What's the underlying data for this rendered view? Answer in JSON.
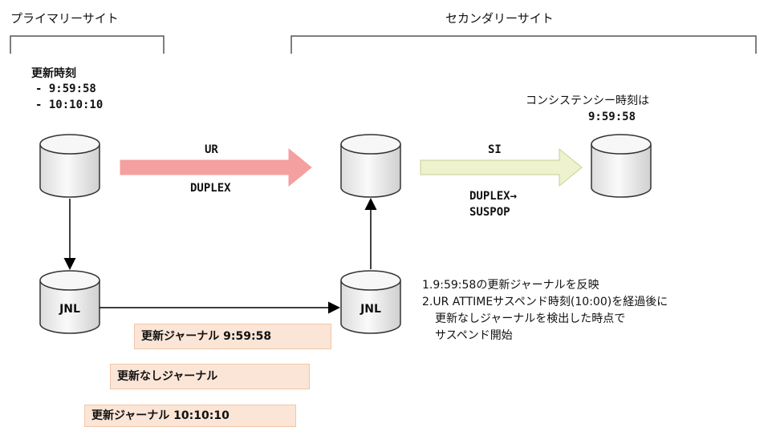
{
  "primary_site": {
    "title": "プライマリーサイト"
  },
  "secondary_site": {
    "title": "セカンダリーサイト"
  },
  "update_time": {
    "heading": "更新時刻",
    "items": [
      "- 9:59:58",
      "- 10:10:10"
    ]
  },
  "consistency": {
    "line1": "コンシステンシー時刻は",
    "line2": "9:59:58"
  },
  "ur_arrow": {
    "label": "UR",
    "status": "DUPLEX"
  },
  "si_arrow": {
    "label": "SI",
    "status_line1": "DUPLEX→",
    "status_line2": "SUSPOP"
  },
  "jnl_label": "JNL",
  "journal_boxes": [
    "更新ジャーナル 9:59:58",
    "更新なしジャーナル",
    "更新ジャーナル 10:10:10"
  ],
  "notes": [
    "1.9:59:58の更新ジャーナルを反映",
    "2.UR ATTIMEサスペンド時刻(10:00)を経過後に",
    "更新なしジャーナルを検出した時点で",
    "サスペンド開始"
  ],
  "colors": {
    "ur_arrow": "#f4a0a0",
    "si_arrow": "#eef2cd",
    "journal_box": "#fbe5d6",
    "cylinder": "#f2f2f2"
  }
}
